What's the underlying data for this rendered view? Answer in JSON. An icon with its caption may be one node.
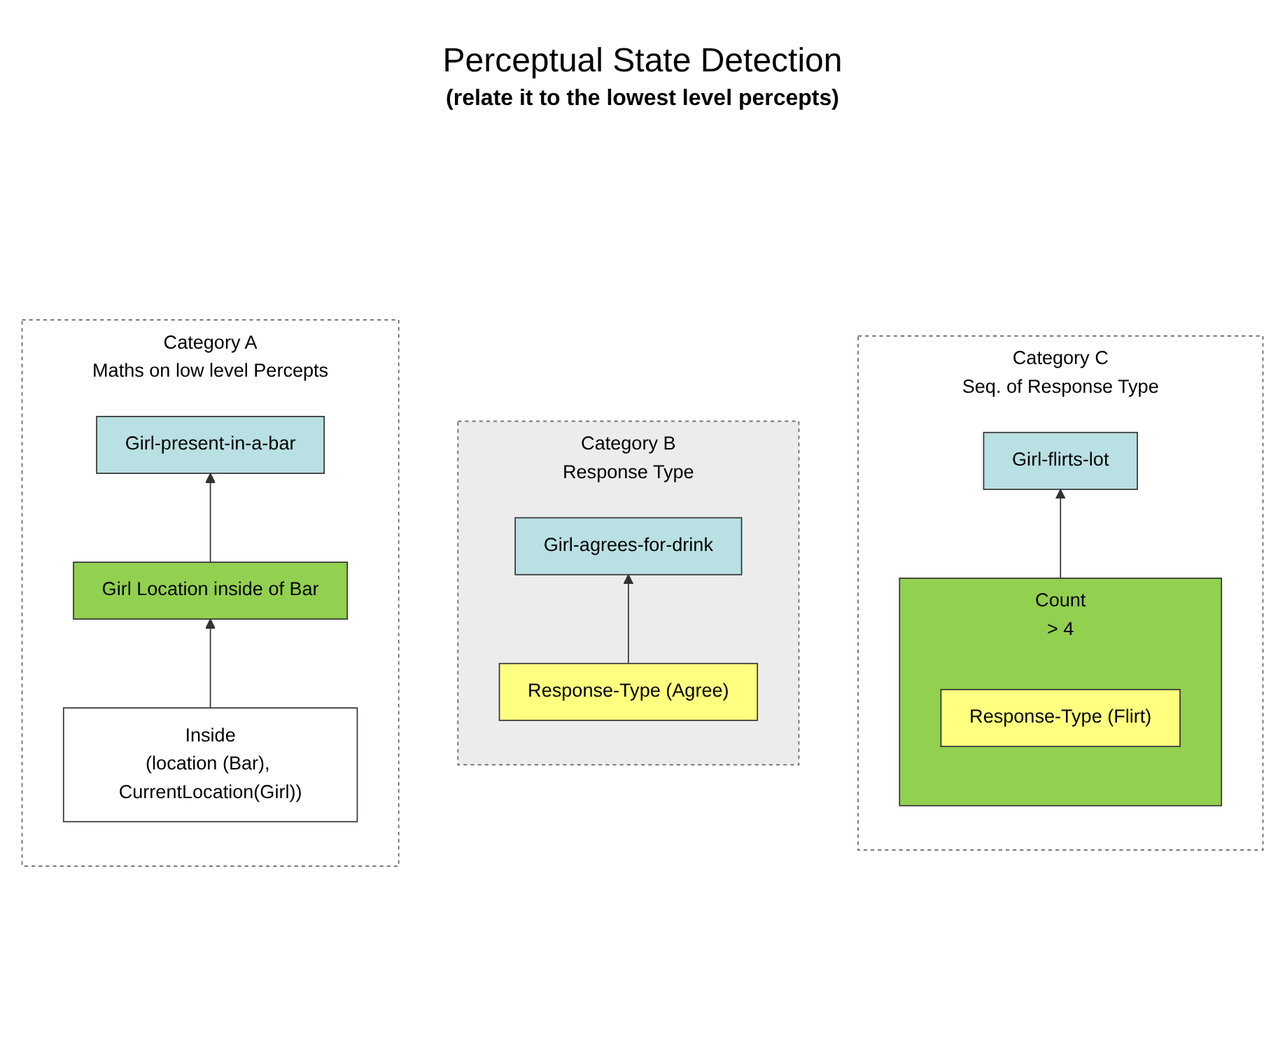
{
  "diagram": {
    "title": "Perceptual State Detection",
    "nodes": [
      {
        "text": [
          "Category A",
          "Maths on low level Percepts"
        ]
      },
      {
        "text": [
          "Girl-present-in-a-bar"
        ],
        "in": 0
      },
      {
        "text": [
          "Girl Location inside of Bar"
        ],
        "in": 0
      },
      {
        "text": [
          "Inside",
          "(location (Bar), CurrentLocation(Girl))"
        ],
        "in": 0
      },
      {
        "text": [
          "Category B",
          "Response Type"
        ]
      },
      {
        "text": [
          "Girl-agrees-for-drink"
        ],
        "in": 4
      },
      {
        "text": [
          "Response-Type (Agree)"
        ],
        "in": 4
      },
      {
        "text": [
          "Category C",
          "Seq. of Response Type"
        ]
      },
      {
        "text": [
          "Girl-flirts-lot"
        ],
        "in": 7
      },
      {
        "text": [
          "Count",
          "> 4"
        ],
        "in": 7
      },
      {
        "text": [
          "Response-Type (Flirt)"
        ],
        "in": 9
      }
    ],
    "edges": [
      {
        "from": 2,
        "to": 1,
        "arrow": "to"
      },
      {
        "from": 3,
        "to": 2,
        "arrow": "to"
      },
      {
        "from": 6,
        "to": 5,
        "arrow": "to"
      },
      {
        "from": 9,
        "to": 8,
        "arrow": "to"
      }
    ],
    "labels": [
      "(relate it to the lowest level percepts)"
    ]
  }
}
